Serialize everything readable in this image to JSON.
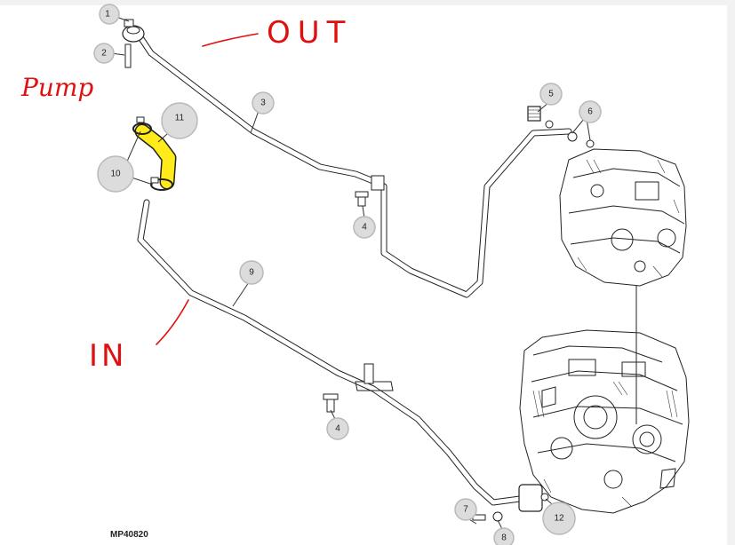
{
  "figure_id": "MP40820",
  "handwritten_labels": {
    "out": "OUT",
    "pump": "Pump",
    "in": "IN"
  },
  "colors": {
    "annotation": "#e01010",
    "highlight": "#ffeb1a",
    "callout_fill": "#dcdcdc"
  },
  "callouts": [
    "1",
    "2",
    "3",
    "4",
    "4",
    "5",
    "6",
    "7",
    "8",
    "9",
    "10",
    "11",
    "12"
  ]
}
